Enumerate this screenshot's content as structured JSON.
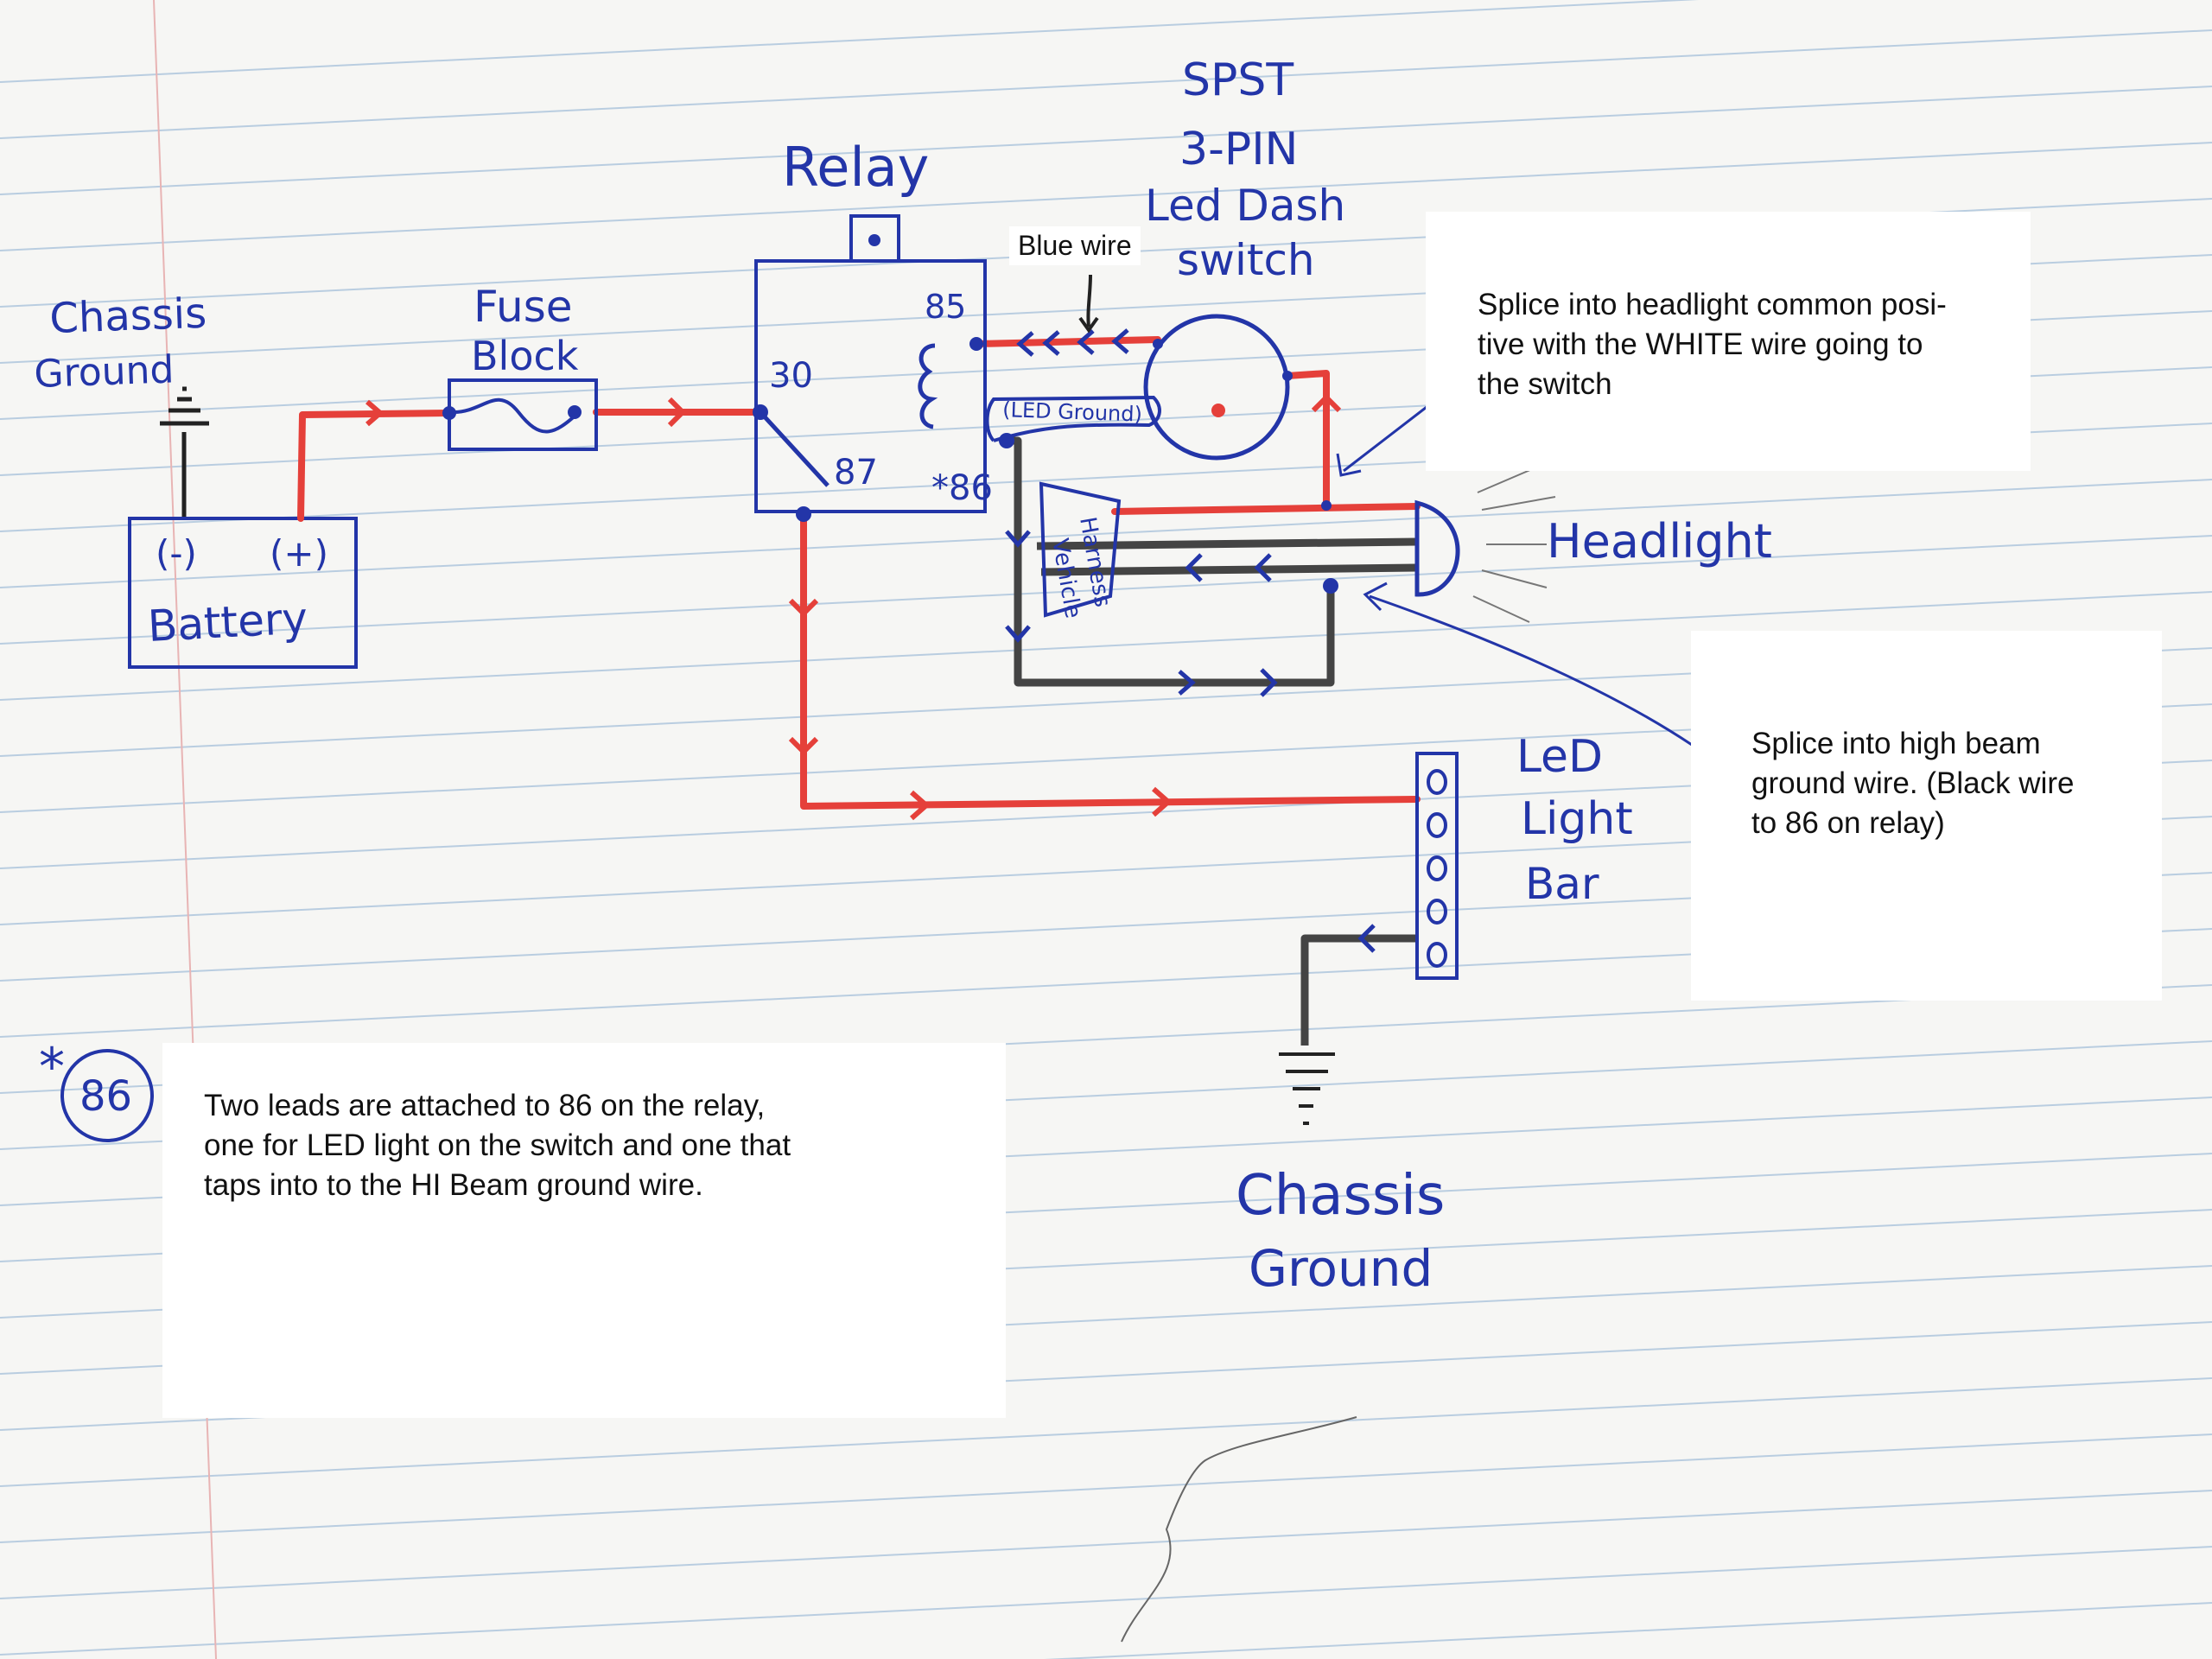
{
  "handwritten": {
    "chassis_ground_left_1": "Chassis",
    "chassis_ground_left_2": "Ground",
    "battery": "Battery",
    "battery_neg": "(-)",
    "battery_pos": "(+)",
    "fuse_block_1": "Fuse",
    "fuse_block_2": "Block",
    "relay": "Relay",
    "pin_30": "30",
    "pin_87": "87",
    "pin_85": "85",
    "pin_86": "*86",
    "switch_1": "SPST",
    "switch_2": "3-PIN",
    "switch_3": "Led Dash",
    "switch_4": "switch",
    "led_ground": "(LED Ground)",
    "vehicle_harness_1": "Vehicle",
    "vehicle_harness_2": "Harness",
    "headlight": "Headlight",
    "led_bar_1": "LeD",
    "led_bar_2": "Light",
    "led_bar_3": "Bar",
    "chassis_ground_bottom_1": "Chassis",
    "chassis_ground_bottom_2": "Ground",
    "footnote_mark": "*",
    "footnote_circle": "86"
  },
  "labels": {
    "blue_wire": "Blue wire"
  },
  "notes": {
    "headlight_splice": "Splice into headlight common posi-\ntive with the WHITE wire going to\nthe switch",
    "high_beam_splice": "Splice into high beam\nground wire. (Black wire\nto 86 on relay)",
    "relay_86": "Two leads are attached to  86 on the relay,\none for LED light on the switch and one that\ntaps into to the HI Beam ground wire."
  },
  "colors": {
    "ink": "#2335a8",
    "red_wire": "#e5403a",
    "black_wire": "#444444",
    "paper": "#f6f6f4",
    "rule_line": "#b9cde0",
    "margin_line": "#e8b4b4"
  }
}
